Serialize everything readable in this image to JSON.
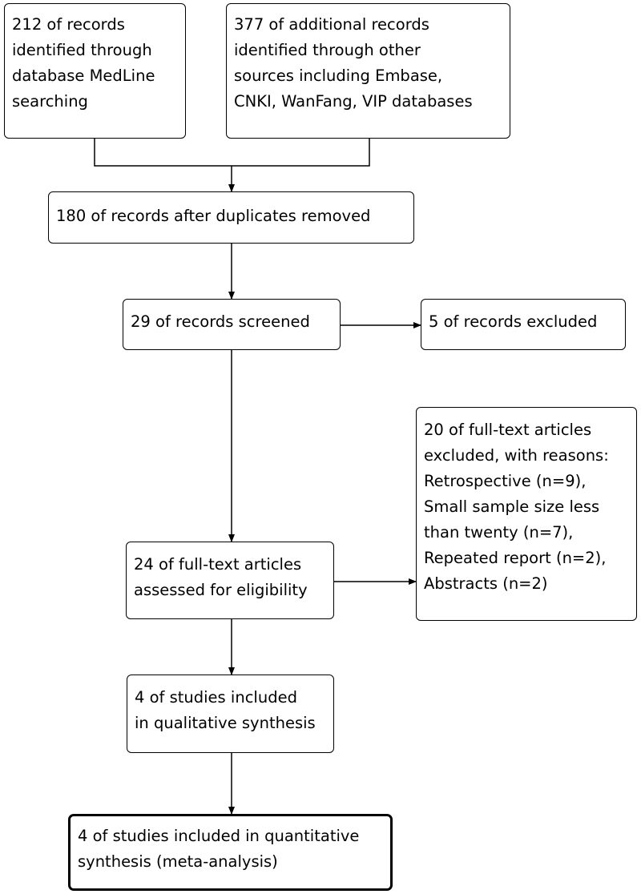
{
  "flow": {
    "database_records": {
      "lines": [
        "212 of records",
        "identified through",
        "database MedLine",
        "searching"
      ]
    },
    "other_records": {
      "lines": [
        "377 of additional records",
        "identified through other",
        "sources including Embase,",
        "CNKI, WanFang, VIP databases"
      ]
    },
    "after_duplicates": {
      "lines": [
        "180 of records after duplicates removed"
      ]
    },
    "screened": {
      "lines": [
        "29 of records screened"
      ]
    },
    "screen_excluded": {
      "lines": [
        "5 of records excluded"
      ]
    },
    "fulltext_excluded": {
      "lines": [
        "20 of full-text articles",
        "excluded, with reasons:",
        "Retrospective (n=9),",
        "Small sample size less",
        "than twenty (n=7),",
        "Repeated report (n=2),",
        "Abstracts (n=2)"
      ]
    },
    "eligibility": {
      "lines": [
        "24 of full-text articles",
        "assessed for eligibility"
      ]
    },
    "qualitative": {
      "lines": [
        "4 of studies included",
        "in qualitative synthesis"
      ]
    },
    "quantitative": {
      "lines": [
        "4 of studies included in quantitative",
        "synthesis (meta-analysis)"
      ]
    }
  }
}
